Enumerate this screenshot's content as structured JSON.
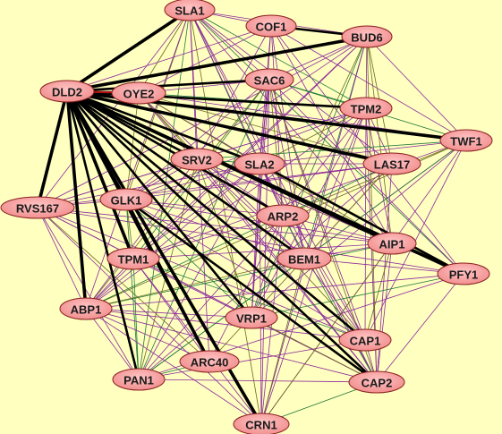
{
  "network": {
    "background": "#ffffc0",
    "node_fill": "#f08a8a",
    "node_stroke": "#8a2020",
    "edge_colors": {
      "strong": "#000000",
      "purple": "#8b2a9b",
      "green": "#1f7a3a",
      "olive": "#6b6b1e",
      "red": "#b01010"
    },
    "nodes": [
      {
        "id": "SLA1",
        "label": "SLA1"
      },
      {
        "id": "COF1",
        "label": "COF1"
      },
      {
        "id": "BUD6",
        "label": "BUD6"
      },
      {
        "id": "DLD2",
        "label": "DLD2"
      },
      {
        "id": "OYE2",
        "label": "OYE2"
      },
      {
        "id": "SAC6",
        "label": "SAC6"
      },
      {
        "id": "TPM2",
        "label": "TPM2"
      },
      {
        "id": "TWF1",
        "label": "TWF1"
      },
      {
        "id": "SRV2",
        "label": "SRV2"
      },
      {
        "id": "SLA2",
        "label": "SLA2"
      },
      {
        "id": "LAS17",
        "label": "LAS17"
      },
      {
        "id": "RVS167",
        "label": "RVS167"
      },
      {
        "id": "GLK1",
        "label": "GLK1"
      },
      {
        "id": "ARP2",
        "label": "ARP2"
      },
      {
        "id": "AIP1",
        "label": "AIP1"
      },
      {
        "id": "TPM1",
        "label": "TPM1"
      },
      {
        "id": "BEM1",
        "label": "BEM1"
      },
      {
        "id": "PFY1",
        "label": "PFY1"
      },
      {
        "id": "ABP1",
        "label": "ABP1"
      },
      {
        "id": "VRP1",
        "label": "VRP1"
      },
      {
        "id": "CAP1",
        "label": "CAP1"
      },
      {
        "id": "ARC40",
        "label": "ARC40"
      },
      {
        "id": "PAN1",
        "label": "PAN1"
      },
      {
        "id": "CAP2",
        "label": "CAP2"
      },
      {
        "id": "CRN1",
        "label": "CRN1"
      }
    ],
    "thick_edges": [
      [
        "DLD2",
        "OYE2"
      ],
      [
        "DLD2",
        "SLA1"
      ],
      [
        "DLD2",
        "BUD6"
      ],
      [
        "DLD2",
        "SAC6"
      ],
      [
        "DLD2",
        "TPM2"
      ],
      [
        "DLD2",
        "TWF1"
      ],
      [
        "DLD2",
        "LAS17"
      ],
      [
        "DLD2",
        "ARP2"
      ],
      [
        "DLD2",
        "AIP1"
      ],
      [
        "DLD2",
        "PFY1"
      ],
      [
        "DLD2",
        "CAP1"
      ],
      [
        "DLD2",
        "CAP2"
      ],
      [
        "DLD2",
        "VRP1"
      ],
      [
        "DLD2",
        "CRN1"
      ],
      [
        "DLD2",
        "ARC40"
      ],
      [
        "DLD2",
        "PAN1"
      ],
      [
        "DLD2",
        "ABP1"
      ],
      [
        "DLD2",
        "RVS167"
      ],
      [
        "DLD2",
        "TPM1"
      ],
      [
        "DLD2",
        "GLK1"
      ],
      [
        "DLD2",
        "SRV2"
      ],
      [
        "DLD2",
        "SLA2"
      ],
      [
        "DLD2",
        "BEM1"
      ],
      [
        "COF1",
        "BUD6"
      ],
      [
        "SLA2",
        "PFY1"
      ],
      [
        "GLK1",
        "CAP2"
      ],
      [
        "GLK1",
        "ARC40"
      ]
    ]
  }
}
